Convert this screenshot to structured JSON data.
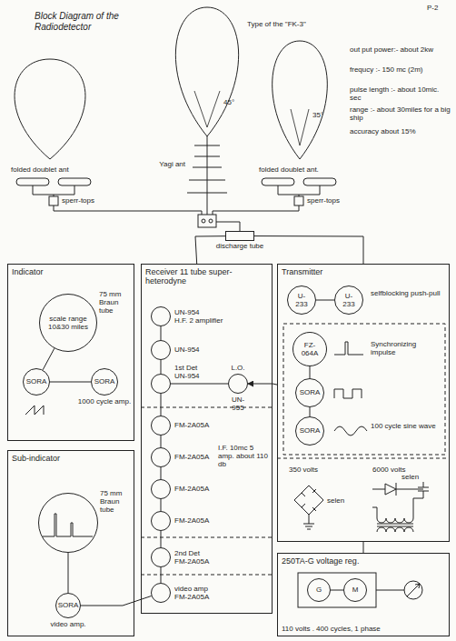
{
  "diagram": {
    "title": "Block Diagram of the Radiodetector",
    "nodes": [
      {
        "text": [
          "Indicator"
        ]
      },
      {
        "text": [
          "scale range 10&30 miles",
          "75 mm Braun tube"
        ],
        "in": 0
      },
      {
        "text": [
          "SORA"
        ],
        "in": 0
      },
      {
        "text": [
          "SORA",
          "1000 cycle amp."
        ],
        "in": 0
      },
      {
        "text": [
          "Sub-indicator"
        ]
      },
      {
        "text": [
          "75 mm Braun tube"
        ],
        "in": 4
      },
      {
        "text": [
          "SORA",
          "video amp."
        ],
        "in": 4
      },
      {
        "text": [
          "Receiver 11 tube super-heterodyne"
        ]
      },
      {
        "text": [
          "UN-954",
          "H.F. 2 amplifier"
        ],
        "in": 7
      },
      {
        "text": [
          "UN-954"
        ],
        "in": 7
      },
      {
        "text": [
          "1st Det",
          "UN-954"
        ],
        "in": 7
      },
      {
        "text": [
          "UN-955",
          "L.O."
        ],
        "in": 7
      },
      {
        "text": [
          "FM-2A05A"
        ],
        "in": 7
      },
      {
        "text": [
          "FM-2A05A"
        ],
        "in": 7
      },
      {
        "text": [
          "FM-2A05A"
        ],
        "in": 7
      },
      {
        "text": [
          "FM-2A05A"
        ],
        "in": 7
      },
      {
        "text": [
          "2nd Det",
          "FM-2A05A"
        ],
        "in": 7
      },
      {
        "text": [
          "video amp",
          "FM-2A05A"
        ],
        "in": 7
      },
      {
        "text": [
          "Transmitter"
        ]
      },
      {
        "text": [
          "U-233"
        ],
        "in": 18
      },
      {
        "text": [
          "U-233"
        ],
        "in": 18
      },
      {
        "text": [
          "FZ-064A"
        ],
        "in": 18
      },
      {
        "text": [
          "SORA"
        ],
        "in": 18
      },
      {
        "text": [
          "SORA"
        ],
        "in": 18
      },
      {
        "text": [
          "250TA-G voltage reg.",
          "110 volts . 400 cycles, 1 phase"
        ]
      },
      {
        "text": [
          "G"
        ],
        "in": 24
      },
      {
        "text": [
          "M"
        ],
        "in": 24
      },
      {
        "text": [
          "discharge tube"
        ]
      }
    ],
    "edges": [
      {
        "from": 8,
        "to": 9,
        "arrow": "none"
      },
      {
        "from": 9,
        "to": 10,
        "arrow": "none"
      },
      {
        "from": 10,
        "to": 12,
        "arrow": "none"
      },
      {
        "from": 12,
        "to": 13,
        "arrow": "none"
      },
      {
        "from": 13,
        "to": 14,
        "arrow": "none"
      },
      {
        "from": 14,
        "to": 15,
        "arrow": "none"
      },
      {
        "from": 15,
        "to": 16,
        "arrow": "none"
      },
      {
        "from": 16,
        "to": 17,
        "arrow": "none"
      },
      {
        "from": 11,
        "to": 10,
        "arrow": "none"
      },
      {
        "from": 18,
        "to": 11,
        "arrow": "to"
      },
      {
        "from": 17,
        "to": 6,
        "arrow": "none"
      },
      {
        "from": 6,
        "to": 5,
        "arrow": "none"
      },
      {
        "from": 2,
        "to": 1,
        "arrow": "none"
      },
      {
        "from": 3,
        "to": 2,
        "arrow": "none"
      },
      {
        "from": 19,
        "to": 20,
        "arrow": "none"
      },
      {
        "from": 21,
        "to": 22,
        "arrow": "none"
      },
      {
        "from": 22,
        "to": 23,
        "arrow": "none"
      },
      {
        "from": 27,
        "to": 7,
        "arrow": "none"
      },
      {
        "from": 27,
        "to": 18,
        "arrow": "none"
      },
      {
        "from": 24,
        "to": 18,
        "arrow": "none"
      },
      {
        "from": 25,
        "to": 26,
        "arrow": "none"
      }
    ],
    "labels": [
      "P-2",
      "Type of the \"FK-3\"",
      "45°",
      "35°",
      "folded doublet ant",
      "Yagi ant",
      "folded doublet ant.",
      "sperr-tops",
      "sperr-tops",
      "out put power:- about 2kw",
      "frequcy :- 150 mc (2m)",
      "pulse length :- about 10mic. sec",
      "range :- about 30miles for a big ship",
      "accuracy about 15%",
      "I.F. 10mc 5 amp. about 110 db",
      "selfblocking push-pull",
      "Synchronizing impulse",
      "100 cycle sine wave",
      "350 volts",
      "selen",
      "6000 volts",
      "selen"
    ]
  }
}
